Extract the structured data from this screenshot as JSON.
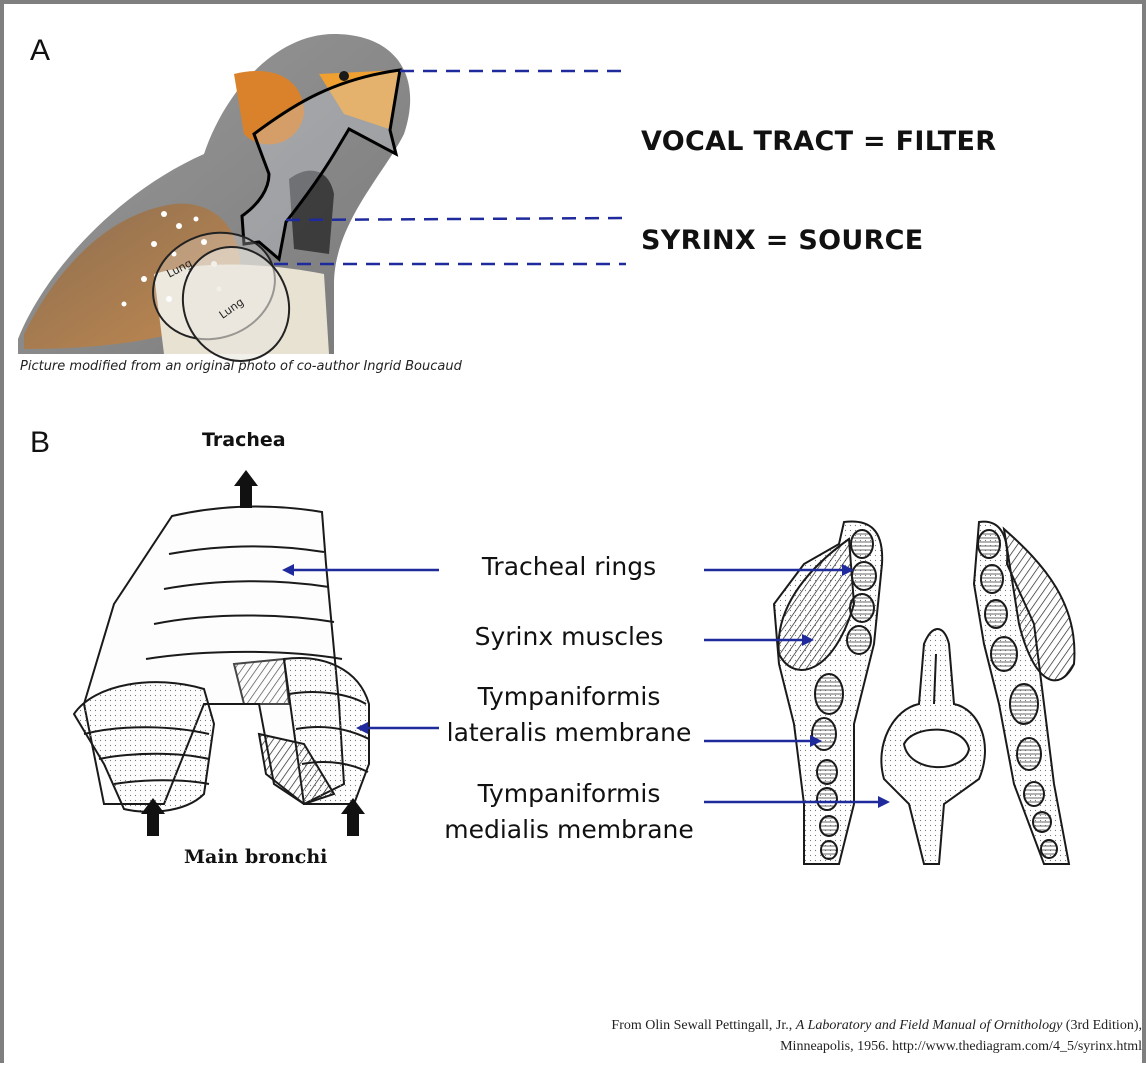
{
  "panel_a": {
    "letter": "A",
    "vocal_tract_label": "VOCAL TRACT = FILTER",
    "syrinx_label": "SYRINX = SOURCE",
    "lung_label_1": "Lung",
    "lung_label_2": "Lung",
    "caption": "Picture modified from an original photo of co-author  Ingrid Boucaud",
    "colors": {
      "dashed_line": "#1f2a9c",
      "outline": "#000000"
    }
  },
  "panel_b": {
    "letter": "B",
    "trachea_label": "Trachea",
    "main_bronchi_label": "Main bronchi",
    "labels": {
      "tracheal_rings": "Tracheal rings",
      "syrinx_muscles": "Syrinx muscles",
      "lateralis_line1": "Tympaniformis",
      "lateralis_line2": "lateralis membrane",
      "medialis_line1": "Tympaniformis",
      "medialis_line2": "medialis membrane"
    },
    "credit": {
      "prefix": "From Olin Sewall Pettingall, Jr., ",
      "book_title": "A Laboratory and Field Manual of Ornithology",
      "suffix": " (3rd Edition),",
      "line2": "Minneapolis, 1956. http://www.thediagram.com/4_5/syrinx.html"
    },
    "colors": {
      "arrow": "#1f2a9c"
    }
  }
}
